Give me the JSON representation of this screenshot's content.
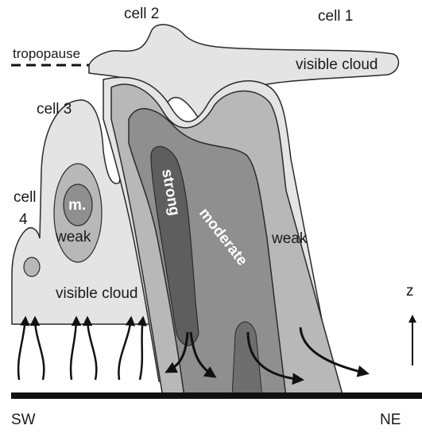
{
  "labels": {
    "cell_1": "cell 1",
    "cell_2": "cell 2",
    "cell_3": "cell 3",
    "cell_4_line1": "cell",
    "cell_4_line2": "4",
    "tropopause": "tropopause",
    "visible_cloud_upper": "visible cloud",
    "visible_cloud_lower": "visible cloud",
    "m": "m.",
    "weak_cell3": "weak",
    "strong": "strong",
    "moderate": "moderate",
    "weak_main": "weak",
    "z": "z",
    "sw": "SW",
    "ne": "NE"
  },
  "colors": {
    "cloud_light": "#e4e4e4",
    "cloud_mid": "#b8b8b8",
    "cloud_dark": "#8f8f8f",
    "cloud_darkest": "#5e5e5e",
    "outline": "#2a2a2a",
    "ground": "#111111"
  }
}
